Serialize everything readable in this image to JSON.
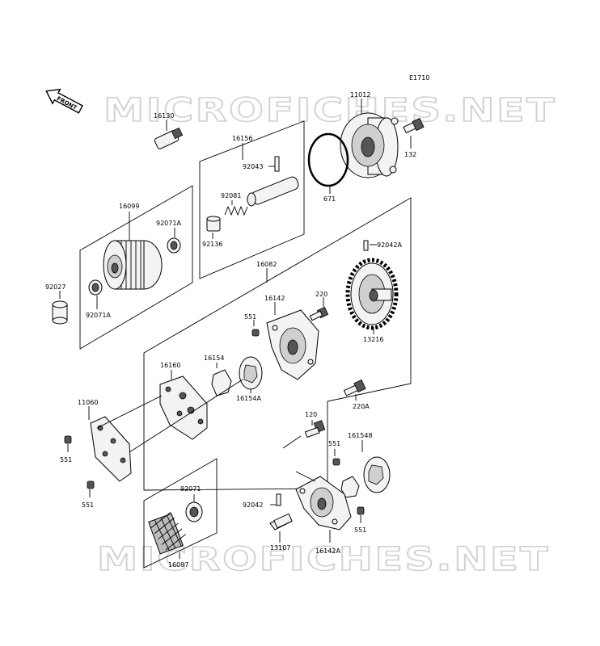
{
  "diagram": {
    "code": "E1710",
    "front_label": "FRONT",
    "watermark": [
      "MICROFICHES.NET",
      "MICROFICHES.NET"
    ],
    "part_labels": {
      "p11012": "11012",
      "p16130": "16130",
      "p16156": "16156",
      "p92043": "92043",
      "p132": "132",
      "p92081": "92081",
      "p671": "671",
      "p16099": "16099",
      "p92071A_top": "92071A",
      "p92136": "92136",
      "p16082": "16082",
      "p92042A": "92042A",
      "p92027": "92027",
      "p92071A_bottom": "92071A",
      "p16142": "16142",
      "p220": "220",
      "p551_a": "551",
      "p13216": "13216",
      "p16160": "16160",
      "p16154": "16154",
      "p16154A": "16154A",
      "p220A": "220A",
      "p11060": "11060",
      "p120": "120",
      "p161548": "161548",
      "p551_b": "551",
      "p551_c": "551",
      "p92071": "92071",
      "p551_d": "551",
      "p92042": "92042",
      "p551_e": "551",
      "p13107": "13107",
      "p16142A": "16142A",
      "p16097": "16097"
    }
  }
}
